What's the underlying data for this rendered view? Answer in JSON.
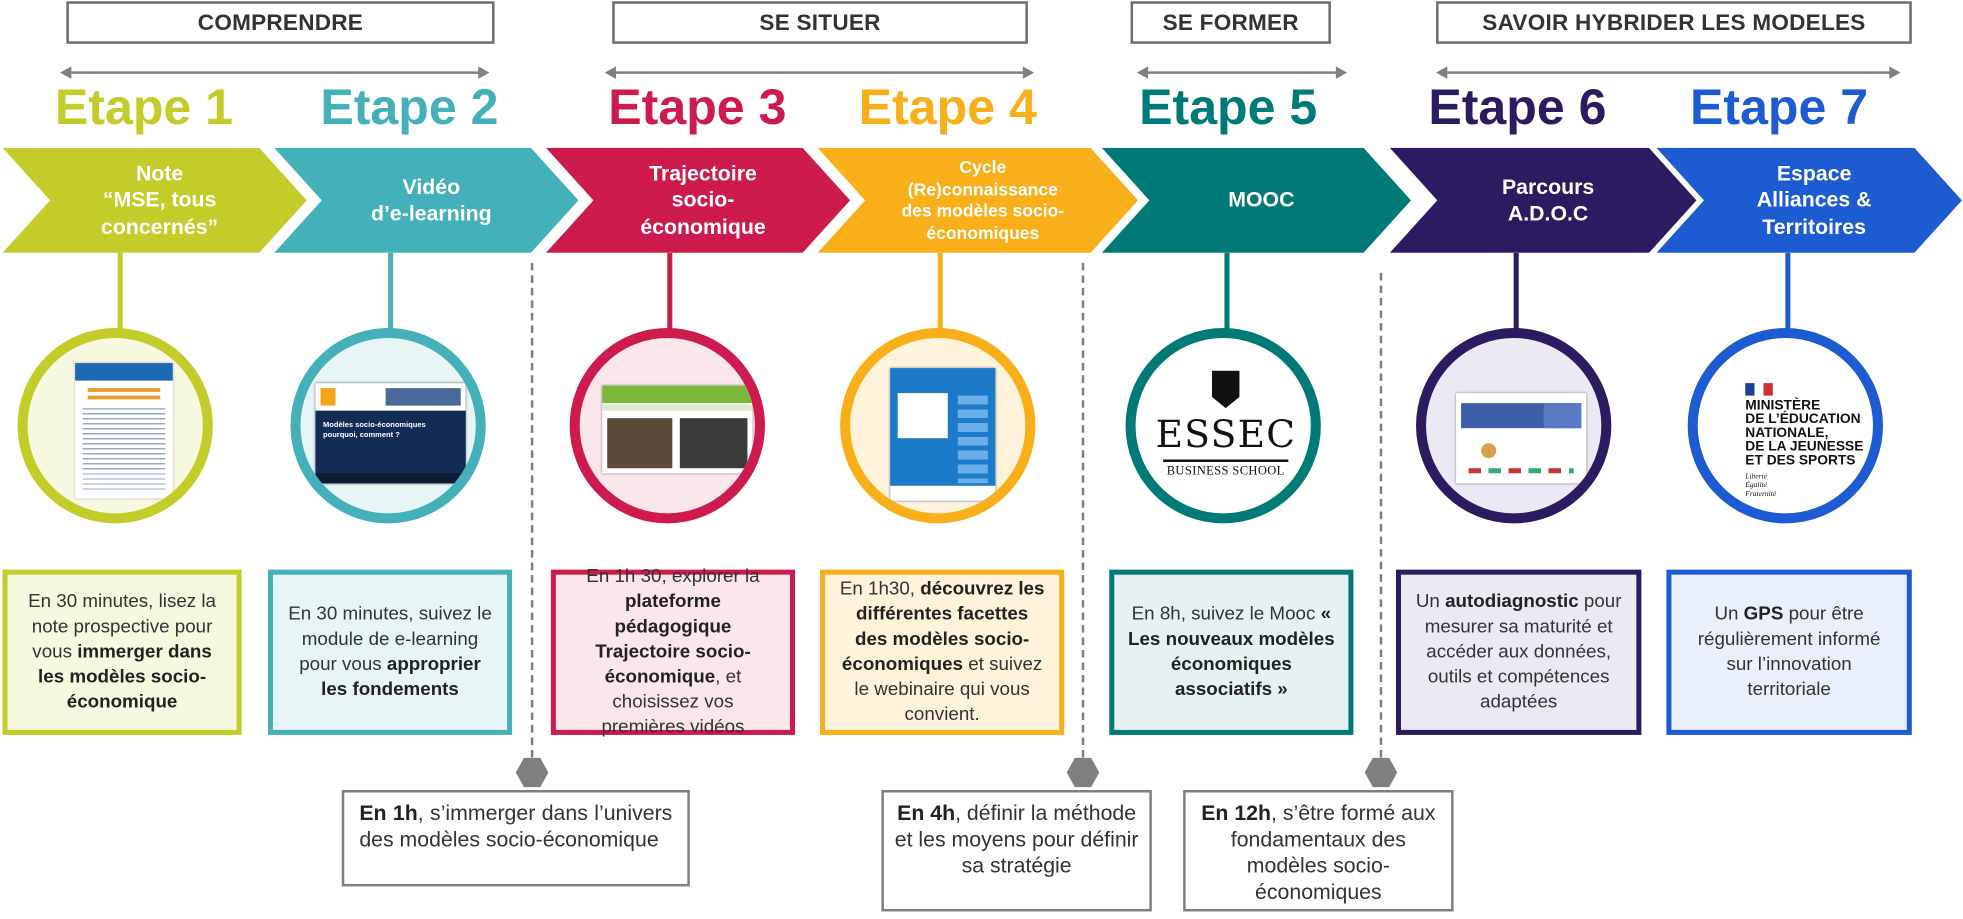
{
  "phases": [
    {
      "label": "COMPRENDRE"
    },
    {
      "label": "SE SITUER"
    },
    {
      "label": "SE FORMER"
    },
    {
      "label": "SAVOIR HYBRIDER LES MODELES"
    }
  ],
  "steps": [
    {
      "etape": "Etape 1",
      "title": "Note\n“MSE, tous\nconcernés”",
      "color": "#c4cc2a",
      "desc_parts": [
        "En 30 minutes, lisez la note prospective pour vous ",
        "immerger dans les modèles socio-économique",
        ""
      ]
    },
    {
      "etape": "Etape 2",
      "title": "Vidéo\nd’e-learning",
      "color": "#44b1ba",
      "desc_parts": [
        "En 30 minutes, suivez le module de e-learning pour vous ",
        "approprier les fondements",
        ""
      ]
    },
    {
      "etape": "Etape 3",
      "title": "Trajectoire\nsocio-\néconomique",
      "color": "#cc1b4c",
      "desc_parts": [
        "En 1h 30, explorer la ",
        "plateforme pédagogique Trajectoire socio-économique",
        ", et choisissez vos premières vidéos"
      ]
    },
    {
      "etape": "Etape 4",
      "title": "Cycle\n(Re)connaissance\ndes modèles socio-\néconomiques",
      "color": "#f8af19",
      "desc_parts": [
        "En 1h30, ",
        "découvrez les différentes facettes des modèles socio-économiques",
        " et suivez le webinaire qui vous convient."
      ]
    },
    {
      "etape": "Etape 5",
      "title": "MOOC",
      "color": "#007a78",
      "desc_parts": [
        "En 8h, suivez le Mooc ",
        "« Les nouveaux modèles économiques associatifs »",
        ""
      ]
    },
    {
      "etape": "Etape 6",
      "title": "Parcours\nA.D.O.C",
      "color": "#2d1b62",
      "desc_parts": [
        "Un ",
        "autodiagnostic",
        " pour mesurer sa maturité et accéder aux données, outils et compétences adaptées"
      ]
    },
    {
      "etape": "Etape 7",
      "title": "Espace\nAlliances &\nTerritoires",
      "color": "#1c5bd1",
      "desc_parts": [
        "Un ",
        "GPS",
        " pour être régulièrement informé sur l’innovation territoriale"
      ]
    }
  ],
  "timeboxes": [
    {
      "bold": "En 1h",
      "rest": ", s’immerger dans l’univers des modèles socio-économique"
    },
    {
      "bold": "En 4h",
      "rest": ", définir la méthode et les moyens pour définir sa stratégie"
    },
    {
      "bold": "En 12h",
      "rest": ", s’être formé aux fondamentaux des modèles socio-économiques"
    }
  ],
  "thumbnails": {
    "video_text": "Modèles socio-économiques pourquoi, comment ?",
    "essec_name": "ESSEC",
    "essec_sub": "BUSINESS SCHOOL",
    "ministere_lines": [
      "MINISTÈRE",
      "DE L’ÉDUCATION",
      "NATIONALE,",
      "DE LA JEUNESSE",
      "ET DES SPORTS"
    ],
    "devise_lines": [
      "Liberté",
      "Égalité",
      "Fraternité"
    ]
  }
}
